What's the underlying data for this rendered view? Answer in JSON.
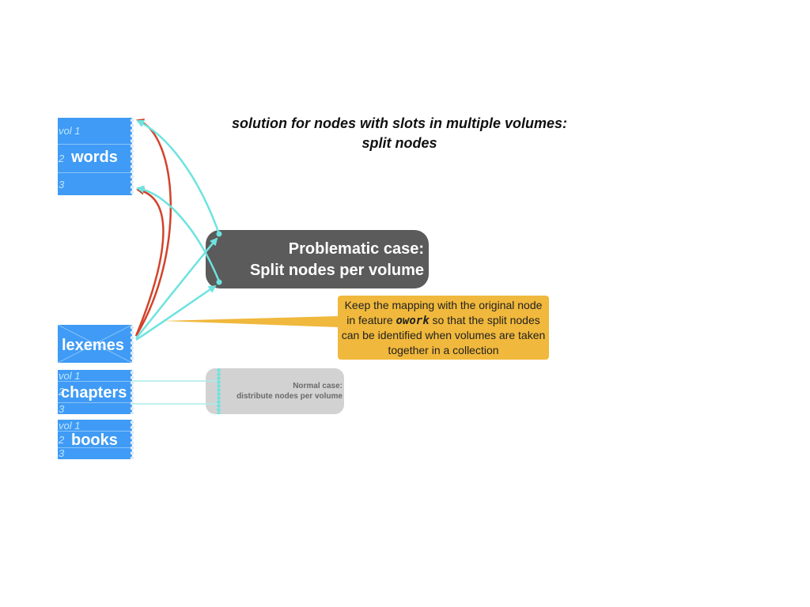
{
  "title": {
    "line1": "solution for nodes with slots in multiple volumes:",
    "line2": "split nodes"
  },
  "words_box": {
    "vol1": "vol 1",
    "vol2": "2",
    "vol3": "3",
    "label": "words"
  },
  "lexemes_box": {
    "label": "lexemes"
  },
  "chapters_box": {
    "vol1": "vol 1",
    "vol2": "2",
    "vol3": "3",
    "label": "chapters"
  },
  "books_box": {
    "vol1": "vol 1",
    "vol2": "2",
    "vol3": "3",
    "label": "books"
  },
  "problematic": {
    "line1": "Problematic case:",
    "line2": "Split nodes per volume"
  },
  "normal": {
    "line1": "Normal case:",
    "line2": "distribute nodes per volume"
  },
  "note": {
    "before": "Keep the mapping with the original node in feature ",
    "code": "owork",
    "after": " so that the split nodes can be identified when volumes are taken together in a collection"
  },
  "colors": {
    "box_blue": "#3f9bf5",
    "cyan_arrow": "#6ee3e0",
    "red_arrow": "#d2432c",
    "problem_bg": "#5b5b5b",
    "normal_bg": "#d2d2d2",
    "note_bg": "#f0b83c"
  }
}
